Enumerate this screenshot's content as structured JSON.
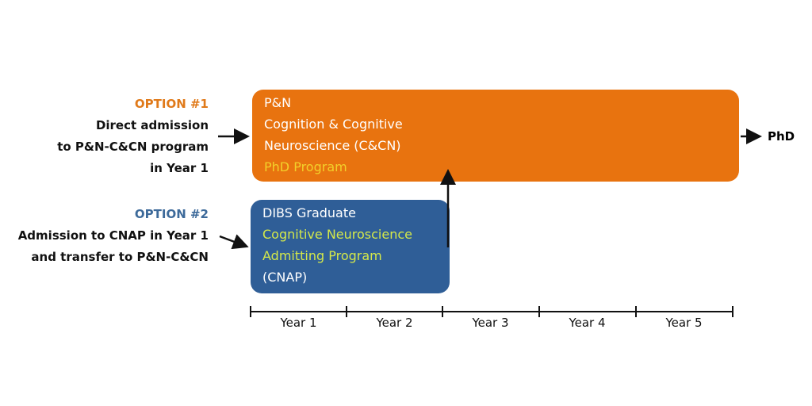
{
  "option1": {
    "heading": "OPTION #1",
    "lines": [
      "Direct admission",
      "to P&N-C&CN program",
      "in Year 1"
    ]
  },
  "option2": {
    "heading": "OPTION #2",
    "lines": [
      "Admission to CNAP in Year 1",
      "and transfer to P&N-C&CN"
    ]
  },
  "phd_box": {
    "lines": [
      "P&N",
      "Cognition & Cognitive",
      "Neuroscience (C&CN)",
      "PhD Program"
    ]
  },
  "cnap_box": {
    "lines": [
      "DIBS Graduate",
      "Cognitive Neuroscience",
      "Admitting Program",
      "(CNAP)"
    ]
  },
  "outcome": "PhD",
  "years": [
    "Year 1",
    "Year 2",
    "Year 3",
    "Year 4",
    "Year 5"
  ],
  "colors": {
    "orange": "#E8730F",
    "blue": "#2F5E97",
    "option1": "#E07A1A",
    "option2": "#3D6A9A",
    "yellow": "#F2D02A",
    "green": "#D4E84A"
  }
}
